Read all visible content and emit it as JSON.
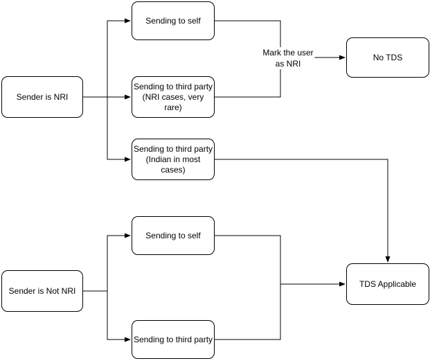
{
  "diagram": {
    "type": "flowchart",
    "colors": {
      "background": "#ffffff",
      "node_fill": "#ffffff",
      "stroke": "#000000",
      "text": "#000000"
    },
    "nodes": [
      {
        "id": "sender-is-nri",
        "label": "Sender is NRI"
      },
      {
        "id": "sending-to-self-nri",
        "label": "Sending to self"
      },
      {
        "id": "sending-to-third-party-nri",
        "label": "Sending to third party\n(NRI cases, very rare)"
      },
      {
        "id": "sending-to-third-party-indian",
        "label": "Sending to third party\n(Indian in most cases)"
      },
      {
        "id": "no-tds",
        "label": "No TDS"
      },
      {
        "id": "sender-is-not-nri",
        "label": "Sender is Not NRI"
      },
      {
        "id": "sending-to-self-not-nri",
        "label": "Sending to self"
      },
      {
        "id": "sending-to-third-party-not-nri",
        "label": "Sending to third party"
      },
      {
        "id": "tds-applicable",
        "label": "TDS Applicable"
      }
    ],
    "edge_labels": [
      {
        "id": "mark-user-as-nri",
        "text": "Mark the user\nas NRI"
      }
    ]
  }
}
